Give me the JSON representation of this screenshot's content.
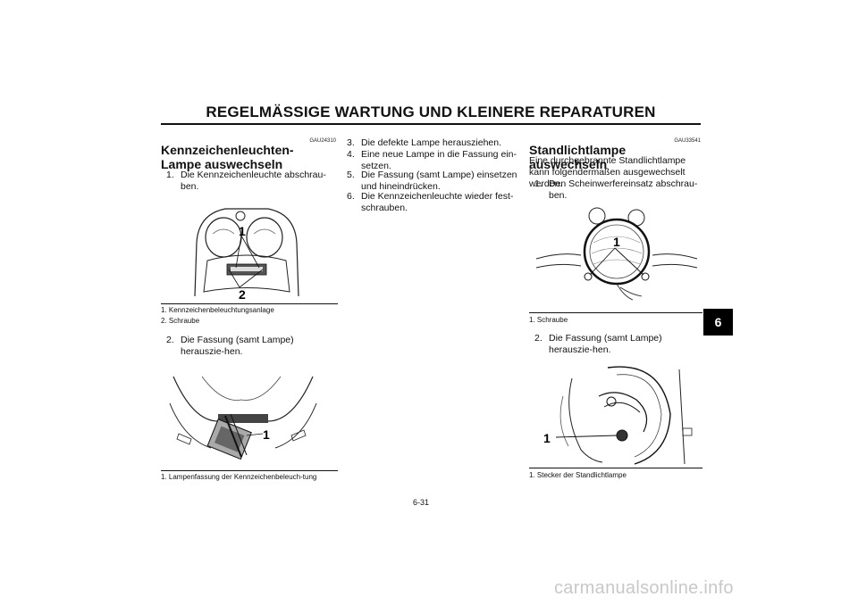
{
  "header": {
    "title": "REGELMÄSSIGE WARTUNG UND KLEINERE REPARATUREN"
  },
  "left_col": {
    "code": "GAU24310",
    "heading": "Kennzeichenleuchten-Lampe auswechseln",
    "step1": {
      "num": "1.",
      "text": "Die Kennzeichenleuchte abschrau-ben."
    },
    "fig1": {
      "label1": "1",
      "label2": "2"
    },
    "caption1": {
      "item1": "1.  Kennzeichenbeleuchtungsanlage",
      "item2": "2.  Schraube"
    },
    "step2": {
      "num": "2.",
      "text": "Die Fassung (samt Lampe) herauszie-hen."
    },
    "fig2": {
      "label1": "1"
    },
    "caption2": {
      "item1": "1.  Lampenfassung der Kennzeichenbeleuch-tung"
    }
  },
  "middle_col": {
    "steps": [
      {
        "num": "3.",
        "text": "Die defekte Lampe herausziehen."
      },
      {
        "num": "4.",
        "text": "Eine neue Lampe in die Fassung ein-setzen."
      },
      {
        "num": "5.",
        "text": "Die Fassung (samt Lampe) einsetzen und hineindrücken."
      },
      {
        "num": "6.",
        "text": "Die Kennzeichenleuchte wieder fest-schrauben."
      }
    ]
  },
  "right_col": {
    "code": "GAU33541",
    "heading": "Standlichtlampe auswechseln",
    "intro": "Eine durchgebrannte Standlichtlampe kann folgendermaßen ausgewechselt werden.",
    "step1": {
      "num": "1.",
      "text": "Den Scheinwerfereinsatz abschrau-ben."
    },
    "fig3": {
      "label1": "1"
    },
    "caption3": {
      "item1": "1.  Schraube"
    },
    "step2": {
      "num": "2.",
      "text": "Die Fassung (samt Lampe) herauszie-hen."
    },
    "fig4": {
      "label1": "1"
    },
    "caption4": {
      "item1": "1.  Stecker der Standlichtlampe"
    }
  },
  "chapter_tab": "6",
  "page_number": "6-31",
  "watermark": "carmanualsonline.info"
}
